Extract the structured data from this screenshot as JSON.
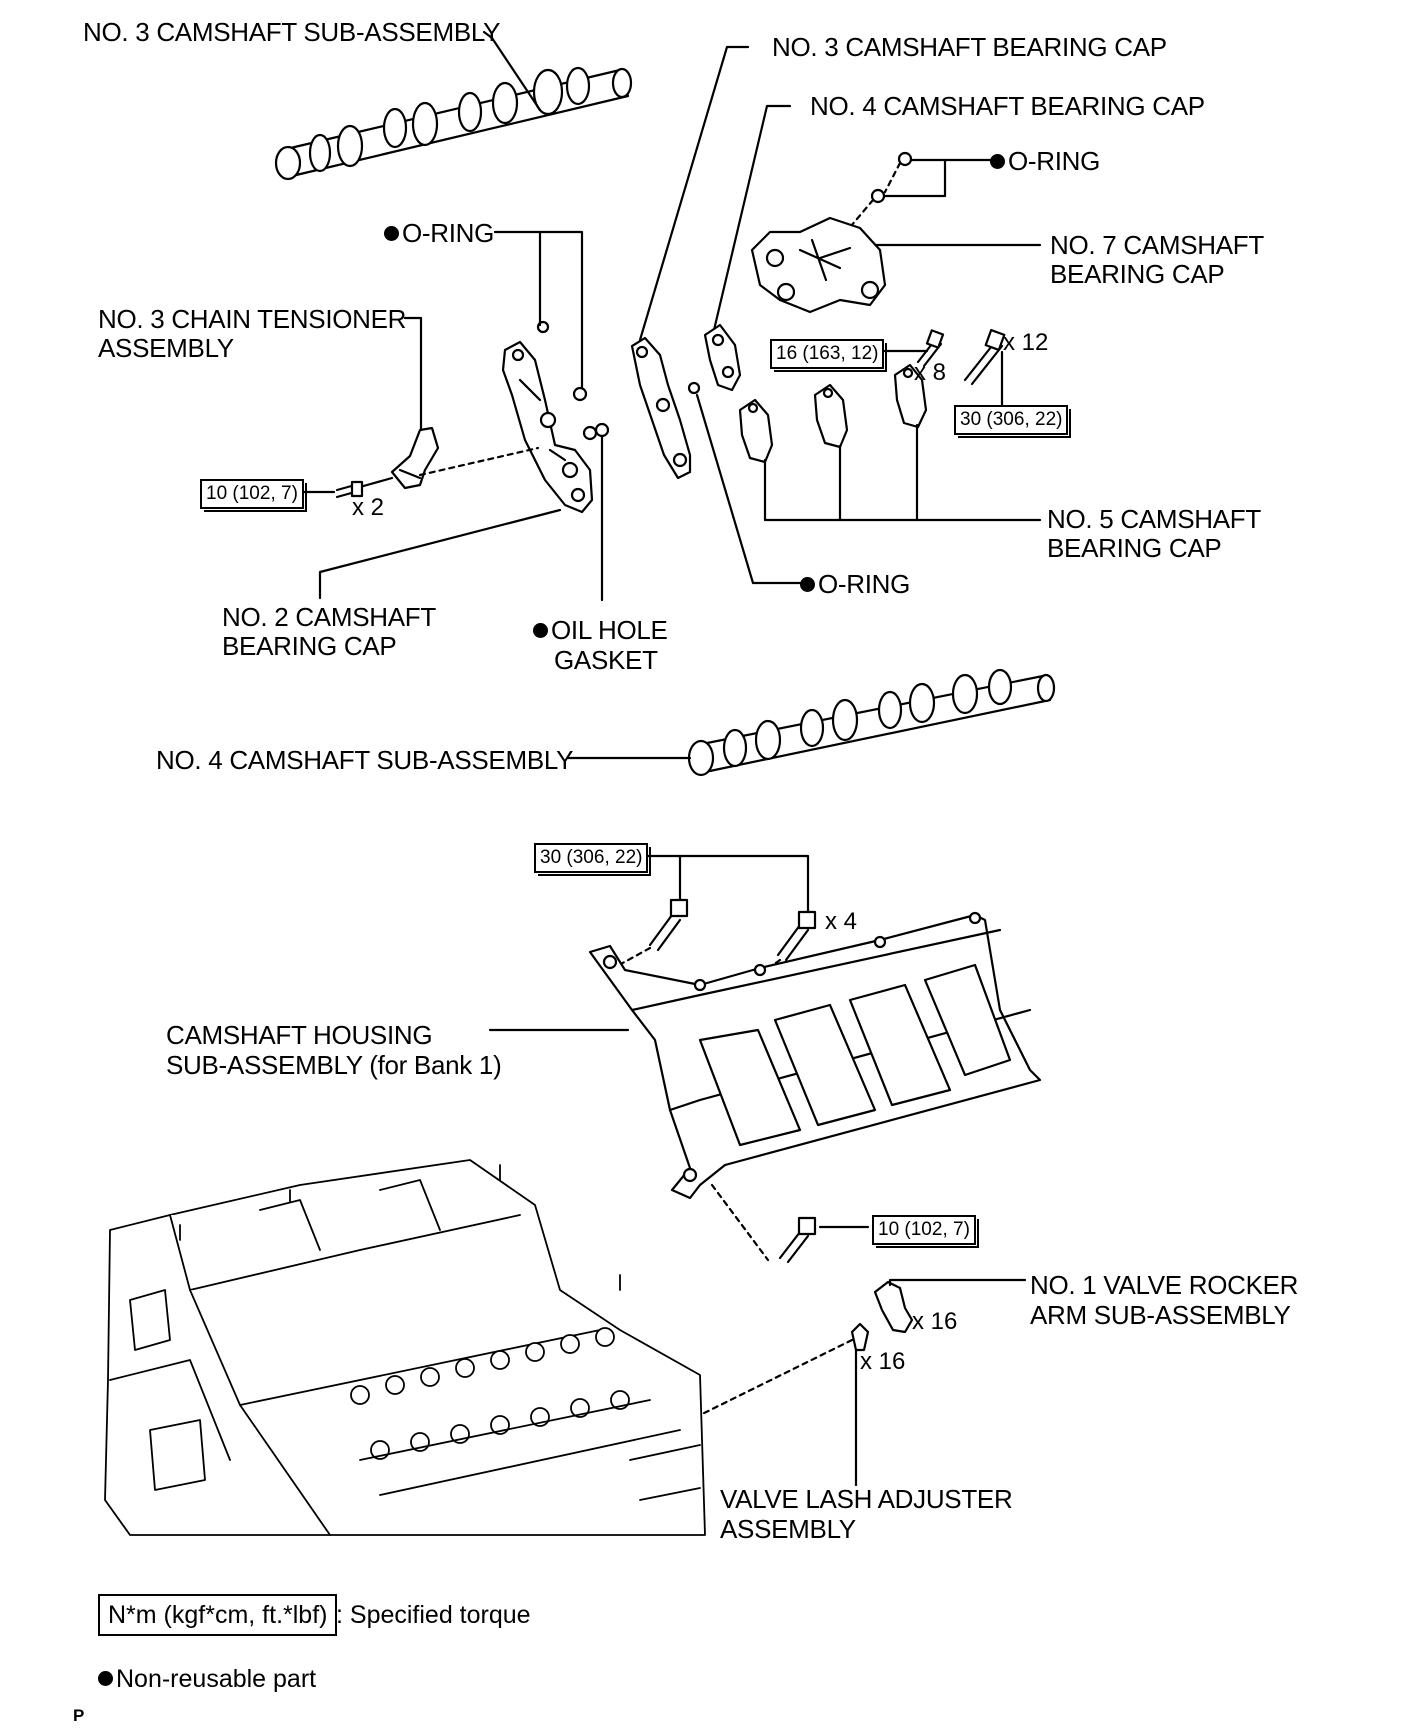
{
  "labels": {
    "no3_camshaft_sub_assembly": "NO. 3 CAMSHAFT SUB-ASSEMBLY",
    "no3_bearing_cap": "NO. 3 CAMSHAFT BEARING CAP",
    "no4_bearing_cap": "NO. 4 CAMSHAFT BEARING CAP",
    "o_ring": "O-RING",
    "no7_bearing_cap_line1": "NO. 7 CAMSHAFT",
    "no7_bearing_cap_line2": "BEARING CAP",
    "no3_chain_tensioner_line1": "NO. 3 CHAIN TENSIONER",
    "no3_chain_tensioner_line2": "ASSEMBLY",
    "no5_bearing_cap_line1": "NO. 5 CAMSHAFT",
    "no5_bearing_cap_line2": "BEARING CAP",
    "no2_bearing_cap_line1": "NO. 2 CAMSHAFT",
    "no2_bearing_cap_line2": "BEARING CAP",
    "oil_hole_gasket_line1": "OIL HOLE",
    "oil_hole_gasket_line2": "GASKET",
    "no4_camshaft_sub_assembly": "NO. 4 CAMSHAFT SUB-ASSEMBLY",
    "camshaft_housing_line1": "CAMSHAFT HOUSING",
    "camshaft_housing_line2": "SUB-ASSEMBLY (for Bank 1)",
    "rocker_arm_line1": "NO. 1 VALVE ROCKER",
    "rocker_arm_line2": "ARM SUB-ASSEMBLY",
    "lash_adjuster_line1": "VALVE LASH ADJUSTER",
    "lash_adjuster_line2": "ASSEMBLY"
  },
  "torques": {
    "tensioner_bolt": "10 (102, 7)",
    "bearing_cap_small_bolt": "16 (163, 12)",
    "bearing_cap_large_bolt": "30 (306, 22)",
    "housing_upper_bolt": "30 (306, 22)",
    "housing_lower_bolt": "10 (102, 7)"
  },
  "quantities": {
    "tensioner_bolt": "x 2",
    "bearing_cap_small_bolt": "x 8",
    "bearing_cap_large_bolt": "x 12",
    "housing_upper_bolt": "x 4",
    "rocker_arm": "x 16",
    "lash_adjuster": "x 16"
  },
  "legend": {
    "torque_unit": "N*m (kgf*cm, ft.*lbf)",
    "torque_desc": ": Specified torque",
    "non_reusable": "Non-reusable part"
  },
  "corner_mark": "P",
  "colors": {
    "ink": "#000000",
    "paper": "#ffffff"
  }
}
